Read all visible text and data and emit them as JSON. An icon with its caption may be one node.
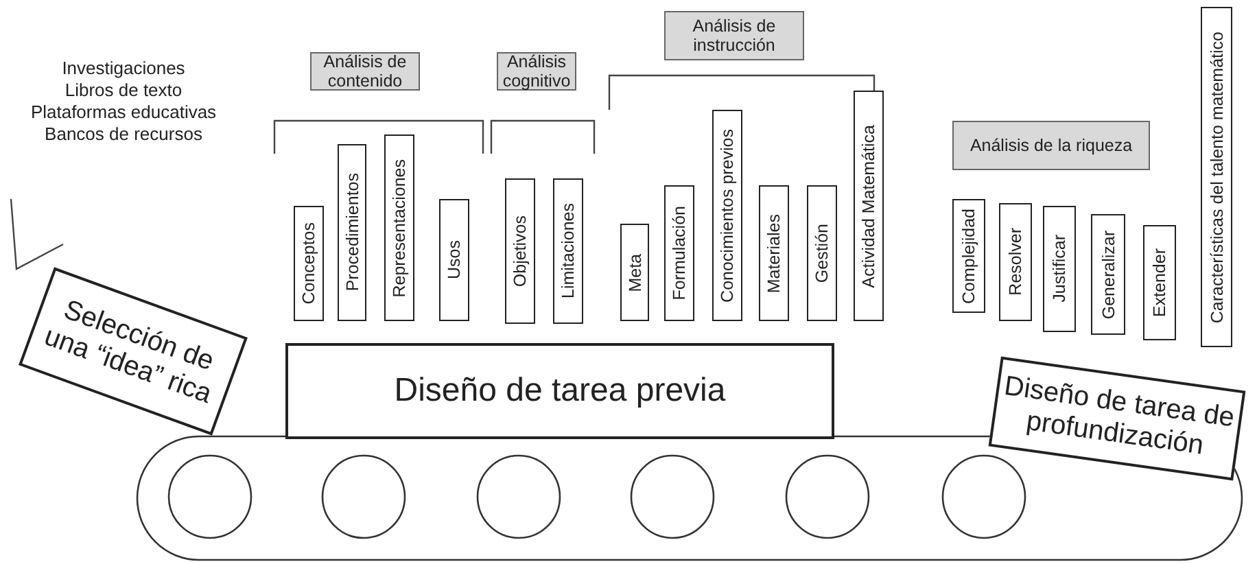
{
  "diagram": {
    "nodes": [
      {
        "text": [
          "Análisis de contenido"
        ]
      },
      {
        "text": [
          "Conceptos"
        ]
      },
      {
        "text": [
          "Procedimientos"
        ]
      },
      {
        "text": [
          "Representaciones"
        ]
      },
      {
        "text": [
          "Usos"
        ]
      },
      {
        "text": [
          "Análisis cognitivo"
        ]
      },
      {
        "text": [
          "Objetivos"
        ]
      },
      {
        "text": [
          "Limitaciones"
        ]
      },
      {
        "text": [
          "Análisis de instrucción"
        ]
      },
      {
        "text": [
          "Meta"
        ]
      },
      {
        "text": [
          "Formulación"
        ]
      },
      {
        "text": [
          "Conocimientos previos"
        ]
      },
      {
        "text": [
          "Materiales"
        ]
      },
      {
        "text": [
          "Gestión"
        ]
      },
      {
        "text": [
          "Actividad Matemática"
        ]
      },
      {
        "text": [
          "Análisis de la riqueza"
        ]
      },
      {
        "text": [
          "Complejidad"
        ]
      },
      {
        "text": [
          "Resolver"
        ]
      },
      {
        "text": [
          "Justificar"
        ]
      },
      {
        "text": [
          "Generalizar"
        ]
      },
      {
        "text": [
          "Extender"
        ]
      },
      {
        "text": [
          "Características del talento matemático"
        ]
      },
      {
        "text": [
          "Selección de una “idea” rica"
        ]
      },
      {
        "text": [
          "Diseño de tarea previa"
        ]
      },
      {
        "text": [
          "Diseño de tarea de profundización"
        ]
      }
    ],
    "edges": [],
    "labels": [
      "Investigaciones",
      "Libros de texto",
      "Plataformas educativas",
      "Bancos de recursos"
    ]
  }
}
